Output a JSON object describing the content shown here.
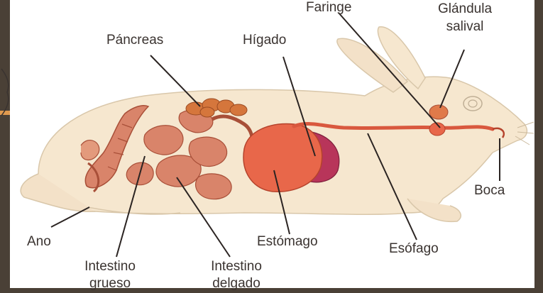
{
  "labels": {
    "faringe": "Faringe",
    "glandula_line1": "Glándula",
    "glandula_line2": "salival",
    "pancreas": "Páncreas",
    "higado": "Hígado",
    "boca": "Boca",
    "ano": "Ano",
    "estomago": "Estómago",
    "esofago": "Esófago",
    "grueso_line1": "Intestino",
    "grueso_line2": "grueso",
    "delgado_line1": "Intestino",
    "delgado_line2": "delgado"
  },
  "colors": {
    "frame": "#4a4036",
    "body": "#f6e7cf",
    "outline": "#d9c7aa",
    "organ": "#e8674a",
    "liver": "#b8355a",
    "intestine": "#d9846a",
    "pancreas": "#d5763c",
    "leader": "#2b2422"
  }
}
